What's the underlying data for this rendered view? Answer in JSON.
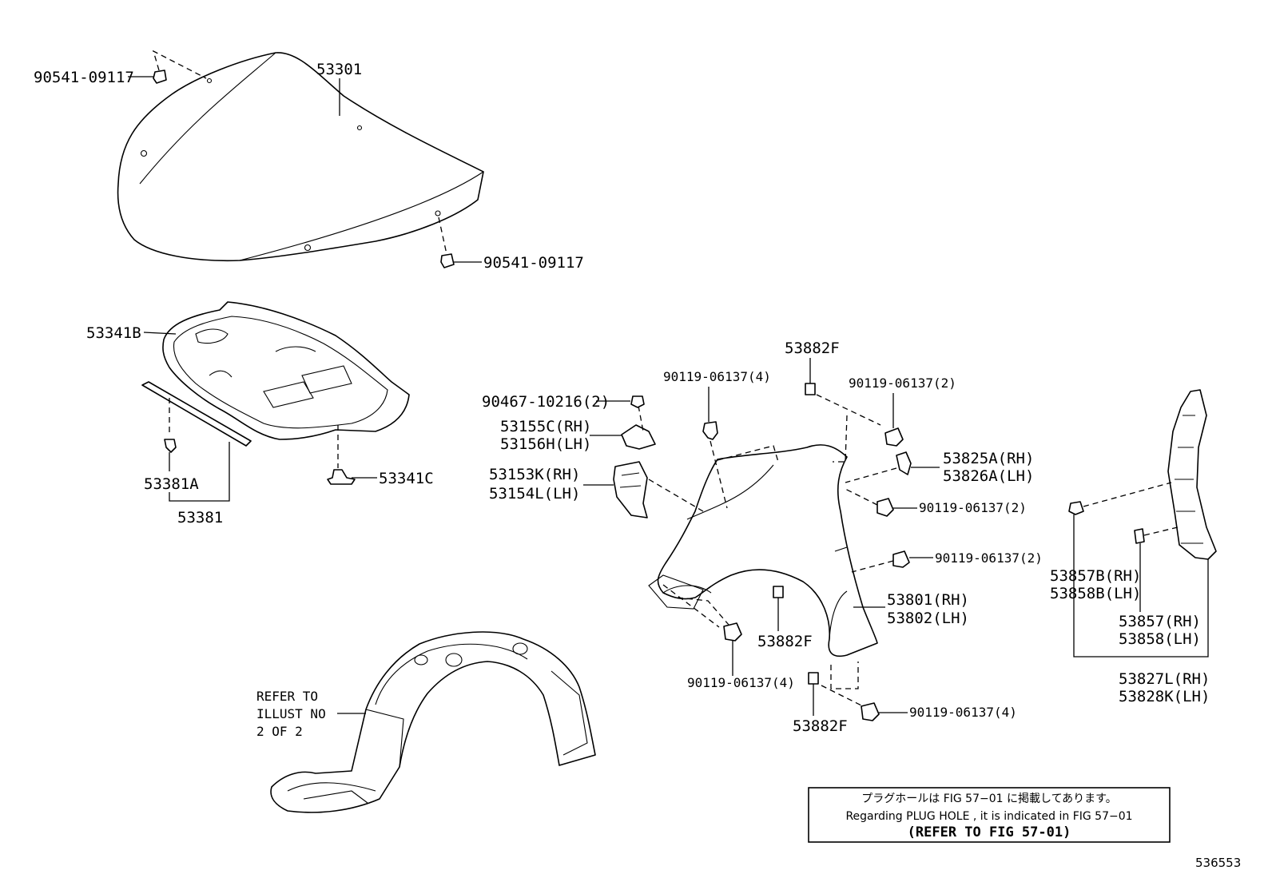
{
  "parts": {
    "hood": "53301",
    "hood_clip_top": "90541-09117",
    "hood_clip_bottom": "90541-09117",
    "insulator": "53341B",
    "insulator_clip": "53341C",
    "seal_clip": "53381A",
    "seal": "53381",
    "fender_rh": "53801(RH)",
    "fender_lh": "53802(LH)",
    "bracket_rh": "53155C(RH)",
    "bracket_lh": "53156H(LH)",
    "bracket_screw": "90467-10216(2)",
    "support_rh": "53153K(RH)",
    "support_lh": "53154L(LH)",
    "cushion_top": "53882F",
    "cushion_mid": "53882F",
    "cushion_bottom": "53882F",
    "bolt_a": "90119-06137(4)",
    "bolt_b": "90119-06137(2)",
    "bolt_c": "90119-06137(2)",
    "bolt_d": "90119-06137(2)",
    "bolt_e": "90119-06137(4)",
    "bolt_f": "90119-06137(4)",
    "bracket2_rh": "53825A(RH)",
    "bracket2_lh": "53826A(LH)",
    "seal2_rh": "53857B(RH)",
    "seal2_lh": "53858B(LH)",
    "seal3_rh": "53857(RH)",
    "seal3_lh": "53858(LH)",
    "seal_assy_rh": "53827L(RH)",
    "seal_assy_lh": "53828K(LH)"
  },
  "refer": {
    "line1": "REFER TO",
    "line2": "ILLUST NO",
    "line3": "2 OF 2"
  },
  "note": {
    "japanese": "プラグホールは FIG 57−01 に掲載してあります。",
    "english": "Regarding  PLUG  HOLE , it is indicated in FIG 57−01",
    "reference": "(REFER TO FIG 57-01)"
  },
  "illustration_code": "536553"
}
